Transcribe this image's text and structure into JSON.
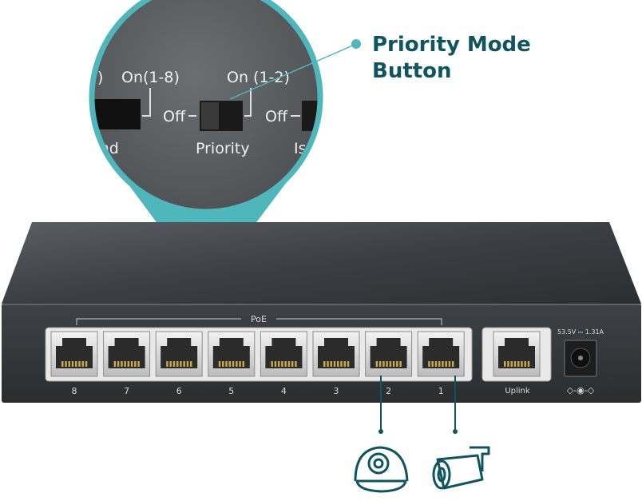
{
  "callout": {
    "line1": "Priority Mode",
    "line2": "Button",
    "accent": "#4fb7bc",
    "title_color": "#0e5560"
  },
  "switch_panel": {
    "labels": {
      "left_partial": ")",
      "on_1_8": "On(1-8)",
      "on_1_2": "On (1-2)",
      "off_1": "Off",
      "off_2": "Off",
      "extend_partial": "end",
      "priority": "Priority",
      "isolation_partial": "Iso"
    }
  },
  "device": {
    "poe_label": "PoE",
    "ports": [
      "8",
      "7",
      "6",
      "5",
      "4",
      "3",
      "2",
      "1"
    ],
    "uplink_label": "Uplink",
    "power_spec": "53.5V ⎓ 1.31A",
    "power_symbol": "◇-◉-◇",
    "body_color": "#3c4043"
  },
  "attached_devices": [
    {
      "icon": "dome-camera-icon",
      "port": "2"
    },
    {
      "icon": "bullet-camera-icon",
      "port": "1"
    }
  ]
}
